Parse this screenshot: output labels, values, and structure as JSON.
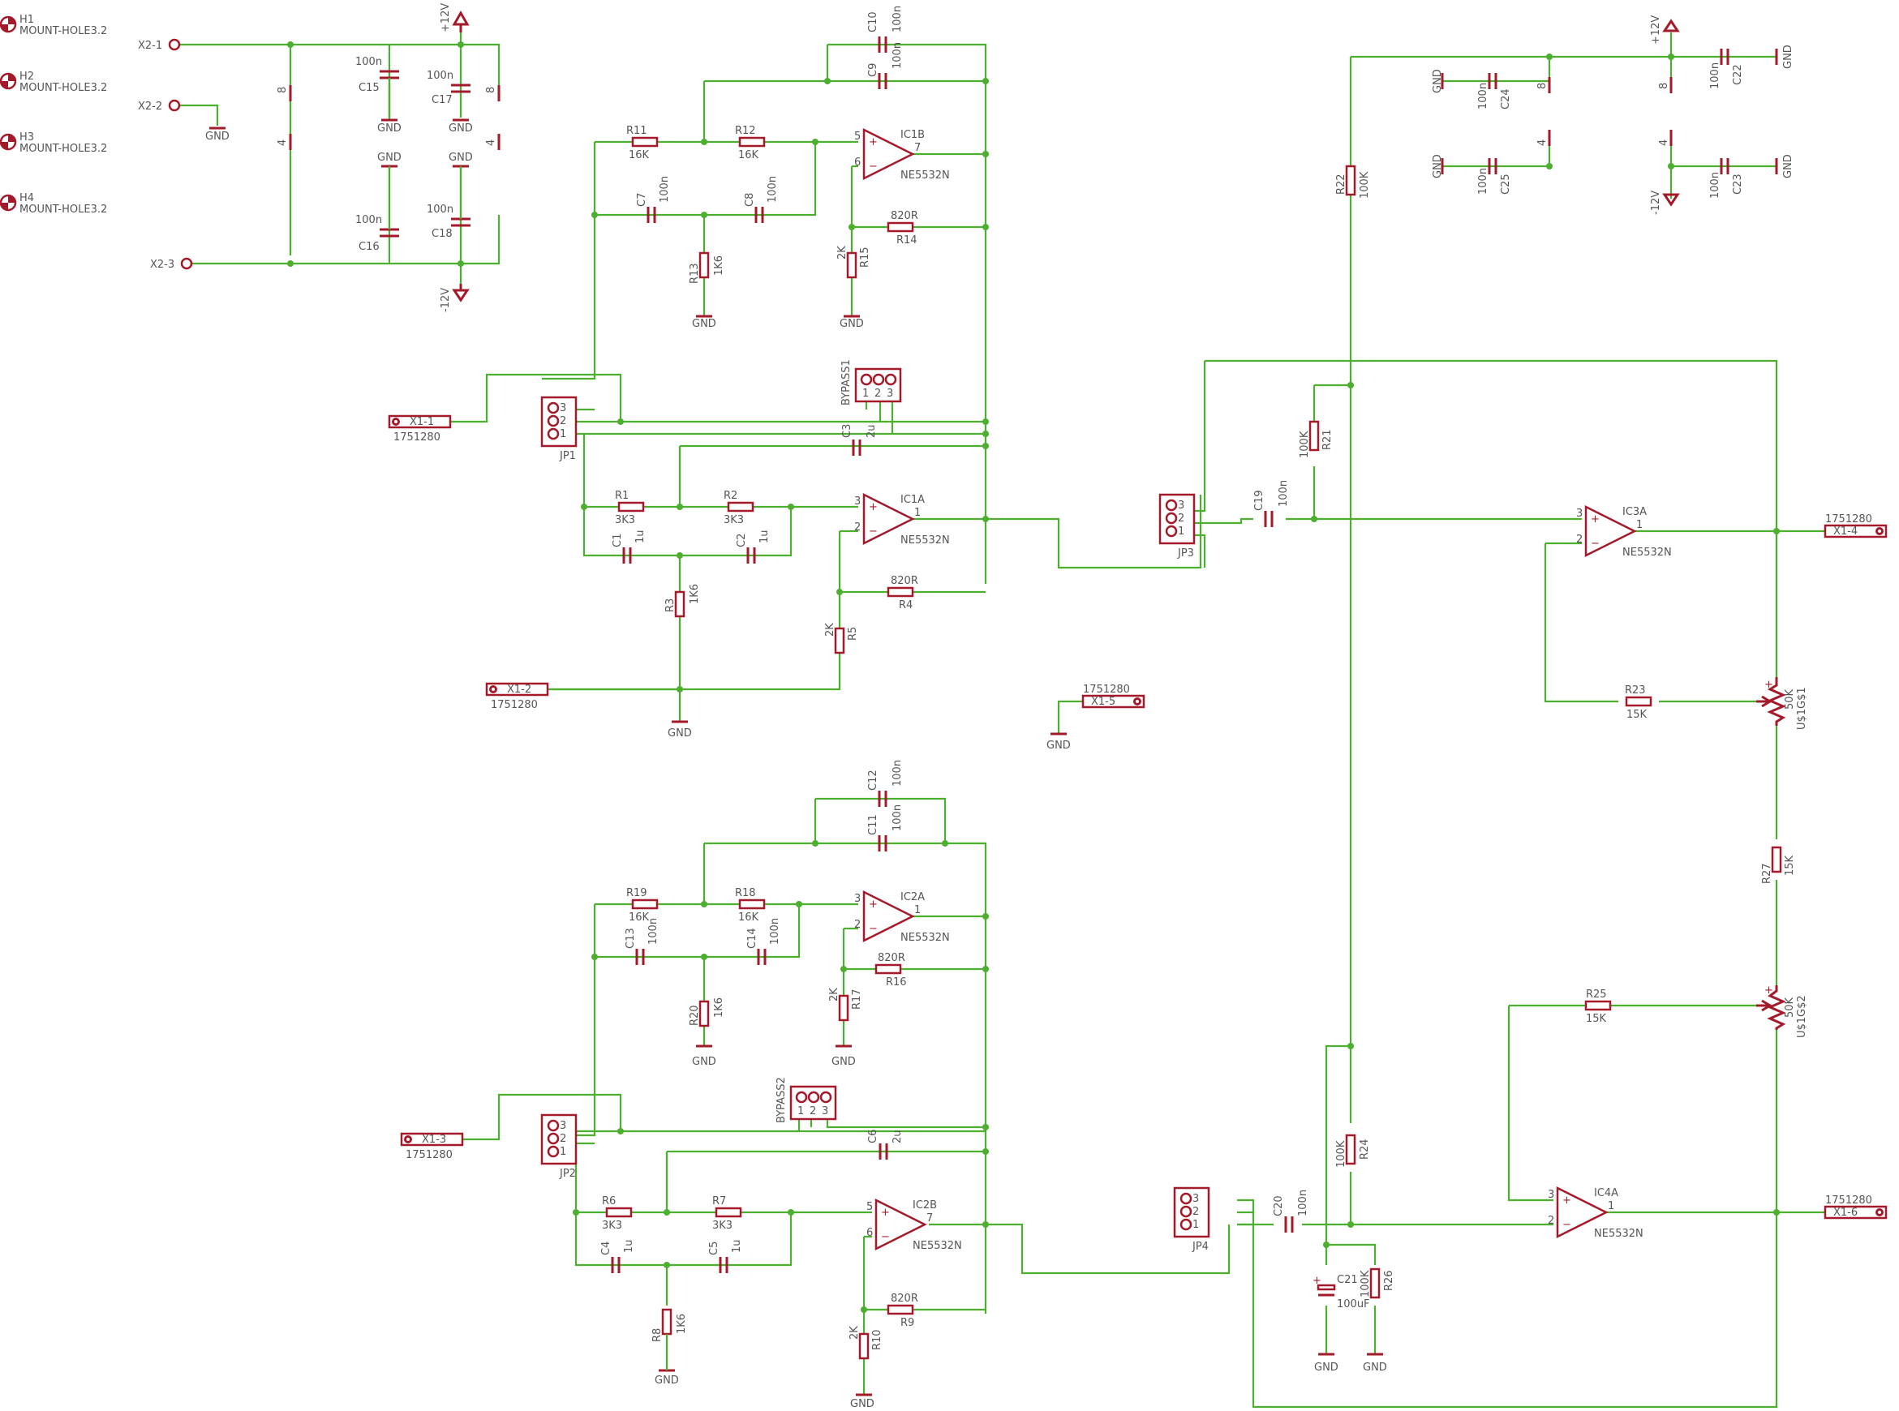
{
  "colors": {
    "wire": "#4caf2f",
    "symbol": "#a31b2a",
    "label": "#555555",
    "background": "#ffffff"
  },
  "mount_holes": [
    {
      "ref": "H1",
      "value": "MOUNT-HOLE3.2"
    },
    {
      "ref": "H2",
      "value": "MOUNT-HOLE3.2"
    },
    {
      "ref": "H3",
      "value": "MOUNT-HOLE3.2"
    },
    {
      "ref": "H4",
      "value": "MOUNT-HOLE3.2"
    }
  ],
  "ports": [
    {
      "id": "X2-1",
      "label": "X2-1"
    },
    {
      "id": "X2-2",
      "label": "X2-2"
    },
    {
      "id": "X2-3",
      "label": "X2-3"
    }
  ],
  "connectors": [
    {
      "id": "X1-1",
      "label": "X1-1",
      "part": "1751280"
    },
    {
      "id": "X1-2",
      "label": "X1-2",
      "part": "1751280"
    },
    {
      "id": "X1-3",
      "label": "X1-3",
      "part": "1751280"
    },
    {
      "id": "X1-4",
      "label": "X1-4",
      "part": "1751280"
    },
    {
      "id": "X1-5",
      "label": "X1-5",
      "part": "1751280"
    },
    {
      "id": "X1-6",
      "label": "X1-6",
      "part": "1751280"
    }
  ],
  "opamps": [
    {
      "ref": "IC1B",
      "value": "NE5532N",
      "pins": [
        "5",
        "6",
        "7"
      ]
    },
    {
      "ref": "IC1A",
      "value": "NE5532N",
      "pins": [
        "3",
        "2",
        "1"
      ]
    },
    {
      "ref": "IC2A",
      "value": "NE5532N",
      "pins": [
        "3",
        "2",
        "1"
      ]
    },
    {
      "ref": "IC2B",
      "value": "NE5532N",
      "pins": [
        "5",
        "6",
        "7"
      ]
    },
    {
      "ref": "IC3A",
      "value": "NE5532N",
      "pins": [
        "3",
        "2",
        "1"
      ]
    },
    {
      "ref": "IC4A",
      "value": "NE5532N",
      "pins": [
        "3",
        "2",
        "1"
      ]
    }
  ],
  "resistors": [
    {
      "ref": "R1",
      "value": "3K3"
    },
    {
      "ref": "R2",
      "value": "3K3"
    },
    {
      "ref": "R3",
      "value": "1K6"
    },
    {
      "ref": "R4",
      "value": "820R"
    },
    {
      "ref": "R5",
      "value": "2K"
    },
    {
      "ref": "R6",
      "value": "3K3"
    },
    {
      "ref": "R7",
      "value": "3K3"
    },
    {
      "ref": "R8",
      "value": "1K6"
    },
    {
      "ref": "R9",
      "value": "820R"
    },
    {
      "ref": "R10",
      "value": "2K"
    },
    {
      "ref": "R11",
      "value": "16K"
    },
    {
      "ref": "R12",
      "value": "16K"
    },
    {
      "ref": "R13",
      "value": "1K6"
    },
    {
      "ref": "R14",
      "value": "820R"
    },
    {
      "ref": "R15",
      "value": "2K"
    },
    {
      "ref": "R16",
      "value": "820R"
    },
    {
      "ref": "R17",
      "value": "2K"
    },
    {
      "ref": "R18",
      "value": "16K"
    },
    {
      "ref": "R19",
      "value": "16K"
    },
    {
      "ref": "R20",
      "value": "1K6"
    },
    {
      "ref": "R21",
      "value": "100K"
    },
    {
      "ref": "R22",
      "value": "100K"
    },
    {
      "ref": "R23",
      "value": "15K"
    },
    {
      "ref": "R24",
      "value": "100K"
    },
    {
      "ref": "R25",
      "value": "15K"
    },
    {
      "ref": "R26",
      "value": "100K"
    },
    {
      "ref": "R27",
      "value": "15K"
    }
  ],
  "capacitors": [
    {
      "ref": "C1",
      "value": "1u"
    },
    {
      "ref": "C2",
      "value": "1u"
    },
    {
      "ref": "C3",
      "value": "2u"
    },
    {
      "ref": "C4",
      "value": "1u"
    },
    {
      "ref": "C5",
      "value": "1u"
    },
    {
      "ref": "C6",
      "value": "2u"
    },
    {
      "ref": "C7",
      "value": "100n"
    },
    {
      "ref": "C8",
      "value": "100n"
    },
    {
      "ref": "C9",
      "value": "100n"
    },
    {
      "ref": "C10",
      "value": "100n"
    },
    {
      "ref": "C11",
      "value": "100n"
    },
    {
      "ref": "C12",
      "value": "100n"
    },
    {
      "ref": "C13",
      "value": "100n"
    },
    {
      "ref": "C14",
      "value": "100n"
    },
    {
      "ref": "C15",
      "value": "100n"
    },
    {
      "ref": "C16",
      "value": "100n"
    },
    {
      "ref": "C17",
      "value": "100n"
    },
    {
      "ref": "C18",
      "value": "100n"
    },
    {
      "ref": "C19",
      "value": "100n"
    },
    {
      "ref": "C20",
      "value": "100n"
    },
    {
      "ref": "C21",
      "value": "100uF"
    },
    {
      "ref": "C22",
      "value": "100n"
    },
    {
      "ref": "C23",
      "value": "100n"
    },
    {
      "ref": "C24",
      "value": "100n"
    },
    {
      "ref": "C25",
      "value": "100n"
    }
  ],
  "jumpers": [
    {
      "ref": "JP1",
      "pins": [
        "3",
        "2",
        "1"
      ]
    },
    {
      "ref": "JP2",
      "pins": [
        "3",
        "2",
        "1"
      ]
    },
    {
      "ref": "JP3",
      "pins": [
        "3",
        "2",
        "1"
      ]
    },
    {
      "ref": "JP4",
      "pins": [
        "3",
        "2",
        "1"
      ]
    },
    {
      "ref": "BYPASS1",
      "pins": [
        "1",
        "2",
        "3"
      ]
    },
    {
      "ref": "BYPASS2",
      "pins": [
        "1",
        "2",
        "3"
      ]
    }
  ],
  "potentiometers": [
    {
      "ref": "U$1G$1",
      "value": "50K"
    },
    {
      "ref": "U$1G$2",
      "value": "50K"
    }
  ],
  "power": {
    "pos": "+12V",
    "neg": "-12V",
    "gnd": "GND"
  },
  "power_pins": {
    "vcc": "8",
    "vee": "4"
  },
  "opamp_symbols": {
    "plus": "+",
    "minus": "−"
  }
}
